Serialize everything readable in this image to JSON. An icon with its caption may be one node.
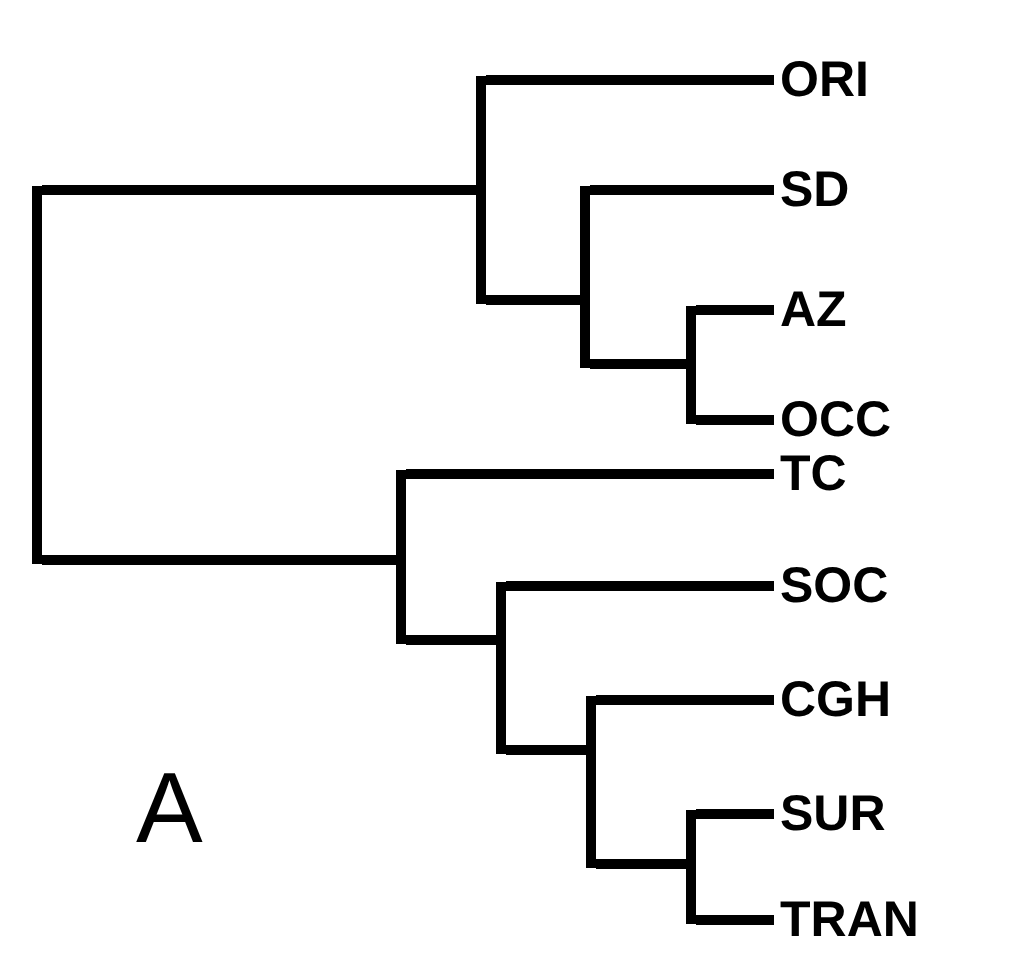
{
  "diagram": {
    "nodes": [
      {
        "text": [],
        "shape": "bar"
      },
      {
        "text": [],
        "shape": "bar"
      },
      {
        "text": [
          "ORI"
        ]
      },
      {
        "text": [],
        "shape": "bar"
      },
      {
        "text": [
          "SD"
        ]
      },
      {
        "text": [],
        "shape": "bar"
      },
      {
        "text": [
          "AZ"
        ]
      },
      {
        "text": [
          "OCC"
        ]
      },
      {
        "text": [],
        "shape": "bar"
      },
      {
        "text": [
          "TC"
        ]
      },
      {
        "text": [],
        "shape": "bar"
      },
      {
        "text": [
          "SOC"
        ]
      },
      {
        "text": [],
        "shape": "bar"
      },
      {
        "text": [
          "CGH"
        ]
      },
      {
        "text": [],
        "shape": "bar"
      },
      {
        "text": [
          "SUR"
        ]
      },
      {
        "text": [
          "TRAN"
        ]
      }
    ],
    "edges": [
      {
        "from": 0,
        "to": 1,
        "arrow": "none"
      },
      {
        "from": 0,
        "to": 8,
        "arrow": "none"
      },
      {
        "from": 1,
        "to": 2,
        "arrow": "none"
      },
      {
        "from": 1,
        "to": 3,
        "arrow": "none"
      },
      {
        "from": 3,
        "to": 4,
        "arrow": "none"
      },
      {
        "from": 3,
        "to": 5,
        "arrow": "none"
      },
      {
        "from": 5,
        "to": 6,
        "arrow": "none"
      },
      {
        "from": 5,
        "to": 7,
        "arrow": "none"
      },
      {
        "from": 8,
        "to": 9,
        "arrow": "none"
      },
      {
        "from": 8,
        "to": 10,
        "arrow": "none"
      },
      {
        "from": 10,
        "to": 11,
        "arrow": "none"
      },
      {
        "from": 10,
        "to": 12,
        "arrow": "none"
      },
      {
        "from": 12,
        "to": 13,
        "arrow": "none"
      },
      {
        "from": 12,
        "to": 14,
        "arrow": "none"
      },
      {
        "from": 14,
        "to": 15,
        "arrow": "none"
      },
      {
        "from": 14,
        "to": 16,
        "arrow": "none"
      }
    ],
    "labels": [
      "A"
    ]
  }
}
